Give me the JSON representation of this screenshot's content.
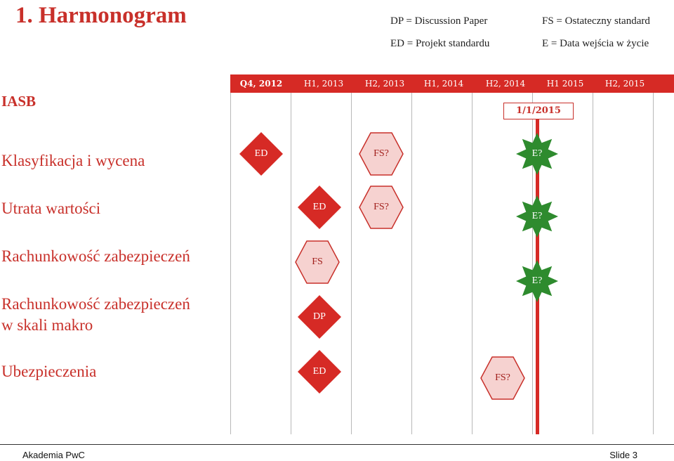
{
  "title": "1. Harmonogram",
  "legend": [
    {
      "text": "DP = Discussion Paper"
    },
    {
      "text": "FS = Ostateczny standard"
    },
    {
      "text": "ED = Projekt standardu"
    },
    {
      "text": "E = Data wejścia w życie"
    }
  ],
  "org_label": "IASB",
  "periods": [
    "Q4, 2012",
    "H1, 2013",
    "H2, 2013",
    "H1, 2014",
    "H2, 2014",
    "H1 2015",
    "H2, 2015"
  ],
  "deadline_label": "1/1/2015",
  "rows": [
    {
      "label": "Klasyfikacja i wycena"
    },
    {
      "label": "Utrata wartości"
    },
    {
      "label": "Rachunkowość zabezpieczeń"
    },
    {
      "label": "Rachunkowość zabezpieczeń\nw skali makro"
    },
    {
      "label": "Ubezpieczenia"
    }
  ],
  "milestones": [
    {
      "text": "ED",
      "shape": "diamond"
    },
    {
      "text": "FS?",
      "shape": "hexagon"
    },
    {
      "text": "E?",
      "shape": "star"
    },
    {
      "text": "ED",
      "shape": "diamond"
    },
    {
      "text": "FS?",
      "shape": "hexagon"
    },
    {
      "text": "E?",
      "shape": "star"
    },
    {
      "text": "FS",
      "shape": "hexagon"
    },
    {
      "text": "E?",
      "shape": "star"
    },
    {
      "text": "DP",
      "shape": "diamond"
    },
    {
      "text": "ED",
      "shape": "diamond"
    },
    {
      "text": "FS?",
      "shape": "hexagon"
    }
  ],
  "colors": {
    "accent": "#d62a25",
    "diamond_fill": "#d62a25",
    "hexagon_fill": "#f6d2d0",
    "star_fill": "#2e8b2e",
    "gridline": "#b8b8b8"
  },
  "footer": {
    "left": "Akademia PwC",
    "right": "Slide 3"
  }
}
